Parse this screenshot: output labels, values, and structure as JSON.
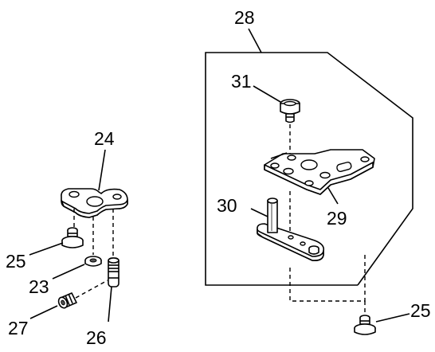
{
  "callouts": {
    "c23": "23",
    "c24": "24",
    "c25_left": "25",
    "c25_right": "25",
    "c26": "26",
    "c27": "27",
    "c28": "28",
    "c29": "29",
    "c30": "30",
    "c31": "31"
  }
}
